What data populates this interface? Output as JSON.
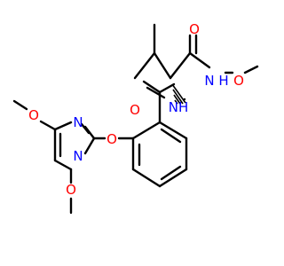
{
  "colors": {
    "background": "#ffffff",
    "bond": "#000000",
    "oxygen": "#ff0000",
    "nitrogen": "#0000ff"
  },
  "atoms": {
    "o_amide_carbonyl": "O",
    "nh_amide": "NH",
    "o_hydroxamate_carbonyl": "O",
    "nh_hydroxamate": "N H",
    "o_hydroxamate": "O",
    "o_ether": "O",
    "n_pyrimidine_upper": "N",
    "n_pyrimidine_lower": "N",
    "o_methoxy_upper": "O",
    "o_methoxy_lower": "O"
  }
}
